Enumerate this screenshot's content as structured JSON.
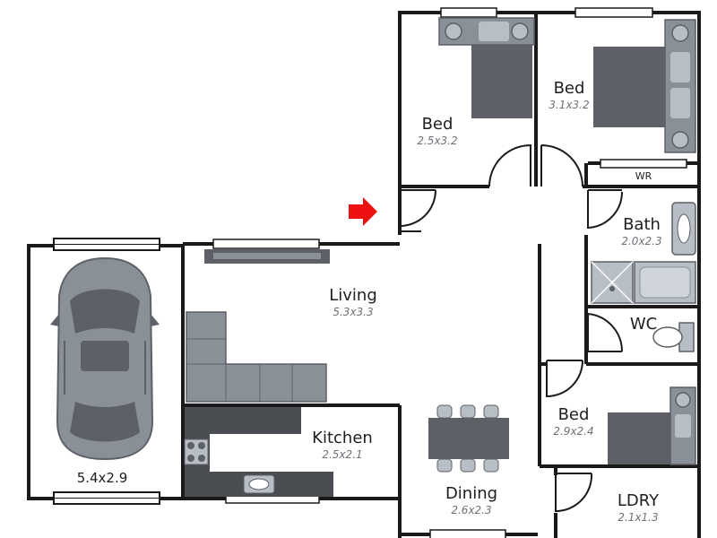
{
  "colors": {
    "wall": "#1a1a1a",
    "furniture_dark": "#5d6066",
    "furniture_mid": "#8a9098",
    "furniture_light": "#b7bec5",
    "entry_arrow": "#ee1111",
    "background": "#ffffff"
  },
  "garage": {
    "size": "5.4x2.9",
    "icon": "car-icon"
  },
  "rooms": {
    "bed1": {
      "name": "Bed",
      "size": "2.5x3.2"
    },
    "bed2": {
      "name": "Bed",
      "size": "3.1x3.2"
    },
    "wr": {
      "name": "WR"
    },
    "bath": {
      "name": "Bath",
      "size": "2.0x2.3"
    },
    "wc": {
      "name": "WC"
    },
    "living": {
      "name": "Living",
      "size": "5.3x3.3"
    },
    "kitchen": {
      "name": "Kitchen",
      "size": "2.5x2.1"
    },
    "bed3": {
      "name": "Bed",
      "size": "2.9x2.4"
    },
    "dining": {
      "name": "Dining",
      "size": "2.6x2.3"
    },
    "ldry": {
      "name": "LDRY",
      "size": "2.1x1.3"
    }
  },
  "icons": [
    "entry-arrow-icon",
    "car-icon",
    "bed-icon",
    "sofa-icon",
    "dining-table-icon",
    "bathtub-icon",
    "shower-icon",
    "toilet-icon",
    "basin-icon",
    "sink-icon",
    "cooktop-icon",
    "door-swing-icon",
    "window-icon"
  ]
}
